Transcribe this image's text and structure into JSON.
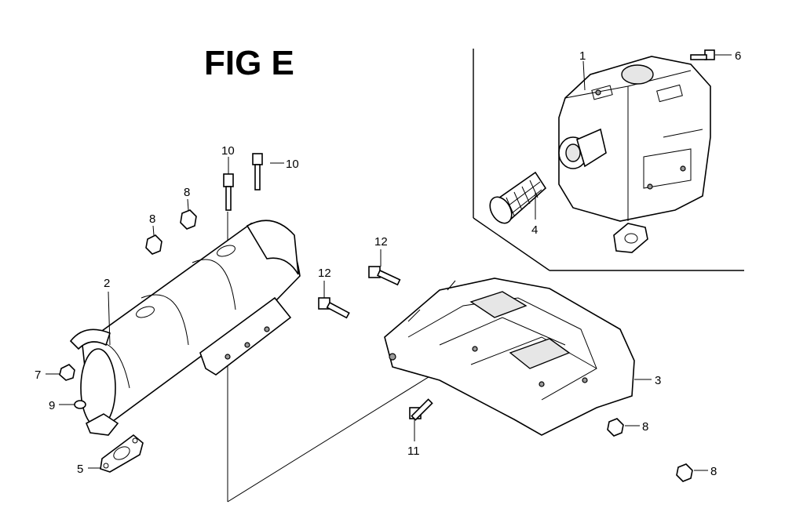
{
  "figure": {
    "title": "FIG E"
  },
  "callouts": [
    {
      "id": "label-1",
      "text": "1"
    },
    {
      "id": "label-2",
      "text": "2"
    },
    {
      "id": "label-3",
      "text": "3"
    },
    {
      "id": "label-4",
      "text": "4"
    },
    {
      "id": "label-5",
      "text": "5"
    },
    {
      "id": "label-6",
      "text": "6"
    },
    {
      "id": "label-7",
      "text": "7"
    },
    {
      "id": "label-8a",
      "text": "8"
    },
    {
      "id": "label-8b",
      "text": "8"
    },
    {
      "id": "label-8c",
      "text": "8"
    },
    {
      "id": "label-8d",
      "text": "8"
    },
    {
      "id": "label-9",
      "text": "9"
    },
    {
      "id": "label-10a",
      "text": "10"
    },
    {
      "id": "label-10b",
      "text": "10"
    },
    {
      "id": "label-11",
      "text": "11"
    },
    {
      "id": "label-12a",
      "text": "12"
    },
    {
      "id": "label-12b",
      "text": "12"
    }
  ]
}
